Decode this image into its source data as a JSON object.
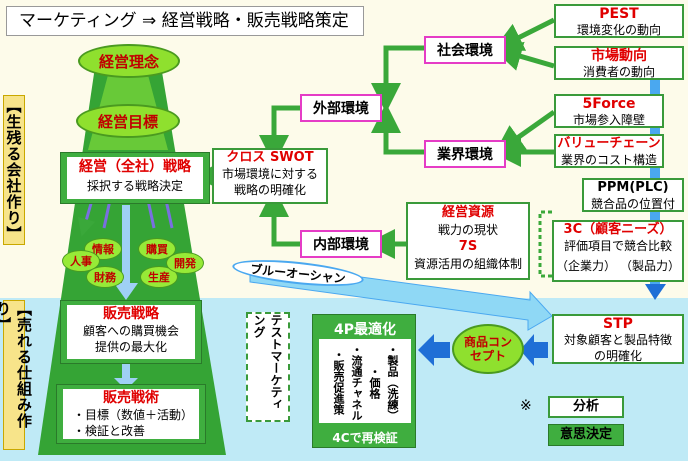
{
  "title": "マーケティング ⇒ 経営戦略・販売戦略策定",
  "side_labels": {
    "top": "【生残る会社作り】",
    "bottom": "【売れる仕組み作り】"
  },
  "pyramid": {
    "philosophy": "経営理念",
    "objective": "経営目標",
    "strategy_title": "経営（全社）戦略",
    "strategy_text": "採択する戦略決定",
    "functions": [
      "情報",
      "人事",
      "財務",
      "購買",
      "生産",
      "開発"
    ],
    "sales_strategy_title": "販売戦略",
    "sales_strategy_text": [
      "顧客への購買機会",
      "提供の最大化"
    ],
    "sales_tactics_title": "販売戦術",
    "sales_tactics_text": [
      "・目標（数値＋活動）",
      "・検証と改善"
    ]
  },
  "environment": {
    "social": "社会環境",
    "external": "外部環境",
    "industry": "業界環境",
    "internal": "内部環境"
  },
  "analysis": {
    "pest_title": "PEST",
    "pest_text": "環境変化の動向",
    "market_title": "市場動向",
    "market_text": "消費者の動向",
    "fiveforce_title": "5Force",
    "fiveforce_text": "市場参入障壁",
    "valuechain_title": "バリューチェーン",
    "valuechain_text": "業界のコスト構造",
    "ppm_title": "PPM(PLC)",
    "ppm_text": "競合品の位置付",
    "threec_title": "3C（顧客ニーズ）",
    "threec_text": "評価項目で競合比較",
    "threec_sub": [
      "（企業力）",
      "（製品力）"
    ],
    "swot_title": "クロス SWOT",
    "swot_text": [
      "市場環境に対する",
      "戦略の明確化"
    ],
    "resources_title": "経営資源",
    "resources_text": "戦力の現状",
    "seven_s_title": "7S",
    "seven_s_text": "資源活用の組織体制",
    "stp_title": "STP",
    "stp_text": [
      "対象顧客と製品特徴",
      "の明確化"
    ]
  },
  "blue_ocean": "ブルーオーシャン",
  "concept": "商品コンセプト",
  "fourp": {
    "title": "4P最適化",
    "cols": [
      "・製品（洗練）",
      "・価格",
      "・流通チャネル",
      "・販売促進策"
    ],
    "footer": "4Cで再検証"
  },
  "test_marketing": "テストマーケティング",
  "legend": {
    "mark": "※",
    "analysis": "分析",
    "decision": "意思決定"
  },
  "colors": {
    "accent_red": "#e00000",
    "pink_border": "#e53cc6",
    "green": "#3fae3f",
    "light_green": "#8fe02e",
    "blue_arrow": "#1f6fd6"
  }
}
